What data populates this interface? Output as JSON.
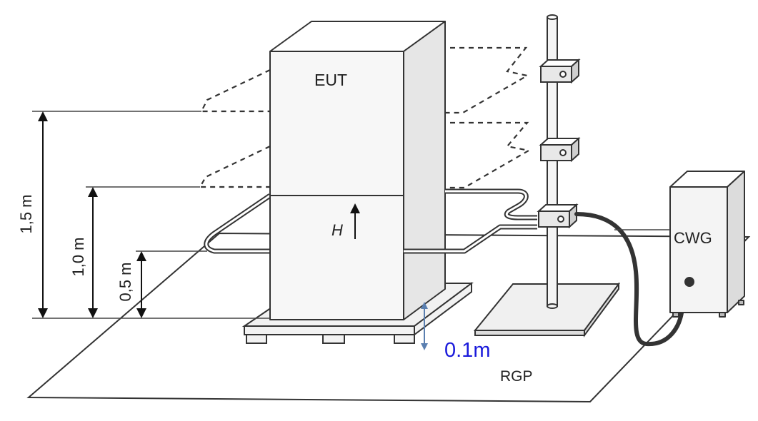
{
  "labels": {
    "eut": "EUT",
    "field": "H",
    "cwg": "CWG",
    "rgp": "RGP",
    "dim_1_5": "1,5 m",
    "dim_1_0": "1,0 m",
    "dim_0_5": "0,5 m",
    "dim_0_1": "0.1m"
  },
  "colors": {
    "line": "#222222",
    "accent": "#1a1adb",
    "arrow_accent": "#5a7fb0",
    "cabinet_face": "#f7f7f7",
    "cabinet_side": "#e6e6e6"
  }
}
